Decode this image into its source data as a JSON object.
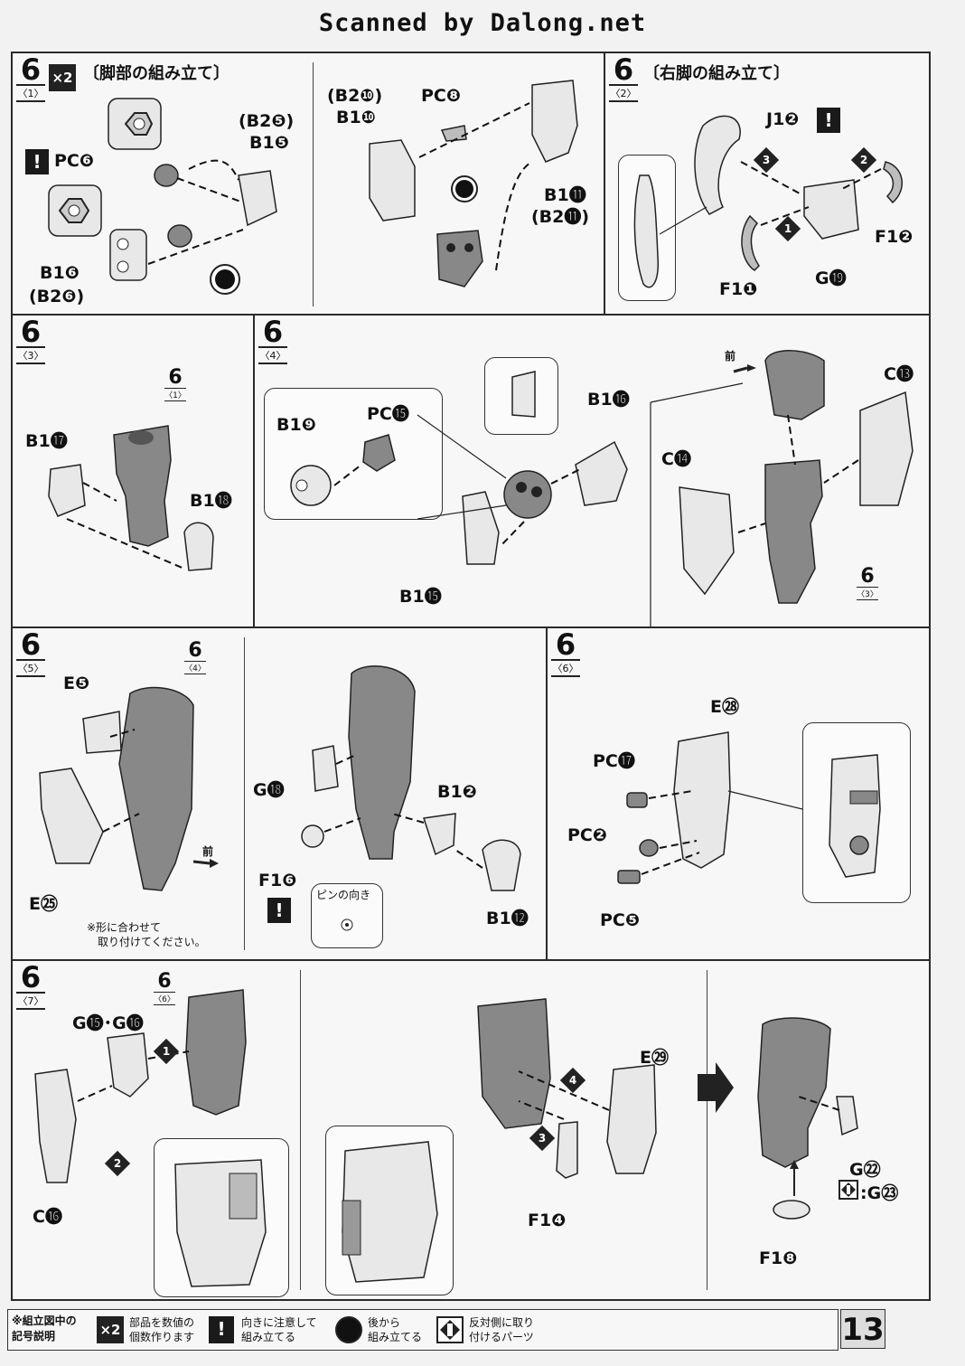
{
  "header": {
    "scan_credit": "Scanned by Dalong.net"
  },
  "steps": {
    "s6_1": {
      "number": "6",
      "sub": "〈1〉",
      "title": "〔脚部の組み立て〕",
      "multiplier": "×2",
      "labels": {
        "b2_5": "(B2❺)",
        "b1_5": "B1❺",
        "pc6": "PC❻",
        "b1_6": "B1❻",
        "b2_6": "(B2❻)",
        "b2_10": "(B2❿)",
        "b1_10": "B1❿",
        "pc8": "PC❽",
        "b1_11": "B1⓫",
        "b2_11": "(B2⓫)"
      }
    },
    "s6_2": {
      "number": "6",
      "sub": "〈2〉",
      "title": "〔右脚の組み立て〕",
      "labels": {
        "j1_2": "J1❷",
        "f1_2": "F1❷",
        "f1_1": "F1❶",
        "g19": "G⓳"
      },
      "order": [
        "1",
        "2",
        "3"
      ]
    },
    "s6_3": {
      "number": "6",
      "sub": "〈3〉",
      "ref_number": "6",
      "ref_sub": "〈1〉",
      "labels": {
        "b1_17": "B1⓱",
        "b1_18": "B1⓲"
      }
    },
    "s6_4": {
      "number": "6",
      "sub": "〈4〉",
      "ref_number": "6",
      "ref_sub": "〈3〉",
      "labels": {
        "b1_9": "B1❾",
        "pc15": "PC⓯",
        "b1_16": "B1⓰",
        "b1_15": "B1⓯",
        "c13": "C⓭",
        "c14": "C⓮",
        "front": "前"
      }
    },
    "s6_5": {
      "number": "6",
      "sub": "〈5〉",
      "ref_number": "6",
      "ref_sub": "〈4〉",
      "labels": {
        "e5": "E❺",
        "e25": "E㉕",
        "front": "前",
        "g18": "G⓲",
        "b1_2": "B1❷",
        "f1_6": "F1❻",
        "b1_12": "B1⓬"
      },
      "note_line1": "※形に合わせて",
      "note_line2": "取り付けてください。",
      "pin_note": "ピンの向き"
    },
    "s6_6": {
      "number": "6",
      "sub": "〈6〉",
      "labels": {
        "e28": "E㉘",
        "pc17": "PC⓱",
        "pc2": "PC❷",
        "pc5": "PC❺"
      }
    },
    "s6_7": {
      "number": "6",
      "sub": "〈7〉",
      "ref_number": "6",
      "ref_sub": "〈6〉",
      "labels": {
        "g15_g16": "G⓯･G⓰",
        "c16": "C⓰",
        "e29": "E㉙",
        "f1_4": "F1❹",
        "g22": "G㉒",
        "g23": ":G㉓",
        "f1_8": "F1❽"
      },
      "order": [
        "1",
        "2",
        "3",
        "4"
      ]
    }
  },
  "legend": {
    "heading_line1": "※組立図中の",
    "heading_line2": "記号説明",
    "items": [
      {
        "icon": "×2",
        "line1": "部品を数値の",
        "line2": "個数作ります"
      },
      {
        "icon": "!",
        "line1": "向きに注意して",
        "line2": "組み立てる"
      },
      {
        "icon": "",
        "line1": "後から",
        "line2": "組み立てる"
      },
      {
        "icon": "",
        "line1": "反対側に取り",
        "line2": "付けるパーツ"
      }
    ]
  },
  "page_number": "13"
}
